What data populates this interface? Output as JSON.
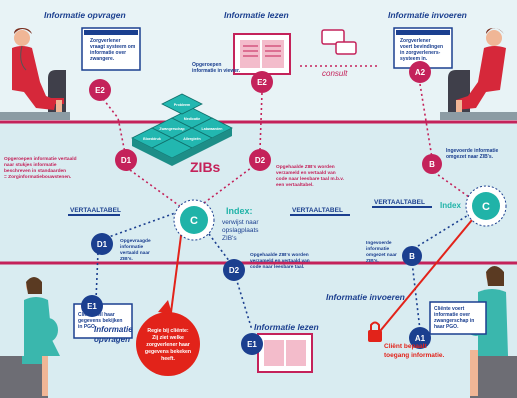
{
  "colors": {
    "top_band": "#e8f3f6",
    "bottom_band": "#d8ecf1",
    "pink_line": "#c4225a",
    "teal": "#20b3a8",
    "navy": "#1b3f8f",
    "red": "#e2231a",
    "nurse_red": "#d6283a",
    "patient_teal": "#3ab7ad"
  },
  "labels": {
    "informatie_opvragen_top": "Informatie opvragen",
    "informatie_lezen_top": "Informatie lezen",
    "informatie_invoeren_top": "Informatie invoeren",
    "informatie_opvragen_bottom_1": "Informatie",
    "informatie_opvragen_bottom_2": "opvragen",
    "informatie_lezen_bottom": "Informatie lezen",
    "informatie_invoeren_bottom": "Informatie invoeren",
    "consult": "consult",
    "zibs": "ZIBs",
    "index_left_title": "Index:",
    "index_left_1": "verwijst naar",
    "index_left_2": "opslagplaats",
    "index_left_3": "ZIB's",
    "index_right": "Index",
    "vertaaltabel_1": "VERTAALTABEL",
    "vertaaltabel_2": "VERTAALTABEL",
    "vertaaltabel_3": "VERTAALTABEL"
  },
  "nodes": {
    "e2_left": "E2",
    "e2_center": "E2",
    "a2": "A2",
    "d1_top": "D1",
    "d2_top": "D2",
    "b_top": "B",
    "c_left": "C",
    "c_right": "C",
    "d1_bottom": "D1",
    "d2_bottom": "D2",
    "b_bottom": "B",
    "e1_left": "E1",
    "e1_center": "E1",
    "a1": "A1"
  },
  "callouts": {
    "zorgverlener_vraagt": [
      "Zorgverlener",
      "vraagt systeem om",
      "informatie over",
      "zwangere."
    ],
    "opgeroepen_viewer": [
      "Opgeroepen",
      "informatie in viewer."
    ],
    "zorgverlener_voert": [
      "Zorgverlener",
      "voert bevindingen",
      "in zorgverleners-",
      "systeem in."
    ],
    "ingevoerde_zibs": [
      "Ingevoerde informatie",
      "omgezet naar ZIB's."
    ],
    "cliente_bekijken": [
      "Cliënte wil haar",
      "gegevens bekijken",
      "in PGO."
    ],
    "cliente_voert": [
      "Cliënte voert",
      "informatie over",
      "zwangerschap in",
      "haar PGO."
    ]
  },
  "notes": {
    "d1_top": [
      "Opgeroepen informatie vertaald",
      "naar stukjes informatie",
      "beschreven in standaarden",
      "= Zorginformatiebouwstenen."
    ],
    "d2_top": [
      "Opgehaalde ZIB's worden",
      "verzameld en vertaald van",
      "code naar leesbare taal m.b.v.",
      "een vertaaltabel."
    ],
    "d1_bottom": [
      "Opgevraagde",
      "informatie",
      "vertaald naar",
      "ZIB's."
    ],
    "d2_bottom": [
      "Opgehaalde ZIB's worden",
      "verzameld en vertaald van",
      "code naar leesbare taal."
    ],
    "b_bottom": [
      "Ingevoerde",
      "informatie",
      "omgezet naar",
      "ZIB's."
    ]
  },
  "regie": [
    "Regie bij cliënte:",
    "Zij ziet welke",
    "zorgverlener haar",
    "gegevens bekeken",
    "heeft."
  ],
  "client_bepaalt": [
    "Cliënt bepaalt",
    "toegang informatie."
  ],
  "cubes": [
    "Zwangerschap",
    "Medicatie",
    "Labwaarden",
    "Bloeddruk",
    "Allergieën",
    "Probleem"
  ]
}
